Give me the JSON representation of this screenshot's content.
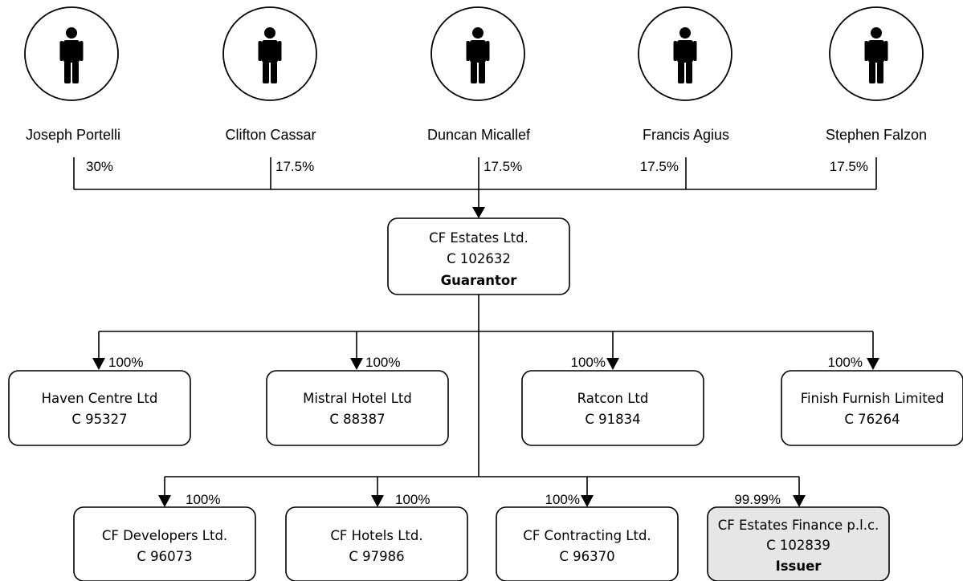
{
  "shareholders": [
    {
      "name": "Joseph Portelli",
      "share": "30%"
    },
    {
      "name": "Clifton Cassar",
      "share": "17.5%"
    },
    {
      "name": "Duncan Micallef",
      "share": "17.5%"
    },
    {
      "name": "Francis Agius",
      "share": "17.5%"
    },
    {
      "name": "Stephen Falzon",
      "share": "17.5%"
    }
  ],
  "guarantor": {
    "name": "CF Estates Ltd.",
    "reg": "C 102632",
    "role": "Guarantor"
  },
  "subsidiaries_row1": [
    {
      "name": "Haven Centre Ltd",
      "reg": "C 95327",
      "share": "100%"
    },
    {
      "name": "Mistral Hotel Ltd",
      "reg": "C 88387",
      "share": "100%"
    },
    {
      "name": "Ratcon Ltd",
      "reg": "C 91834",
      "share": "100%"
    },
    {
      "name": "Finish Furnish Limited",
      "reg": "C 76264",
      "share": "100%"
    }
  ],
  "subsidiaries_row2": [
    {
      "name": "CF Developers Ltd.",
      "reg": "C 96073",
      "share": "100%"
    },
    {
      "name": "CF Hotels Ltd.",
      "reg": "C 97986",
      "share": "100%"
    },
    {
      "name": "CF Contracting Ltd.",
      "reg": "C 96370",
      "share": "100%"
    },
    {
      "name": "CF Estates Finance p.l.c.",
      "reg": "C 102839",
      "share": "99.99%",
      "role": "Issuer"
    }
  ],
  "icons": {
    "person": "person-icon"
  }
}
